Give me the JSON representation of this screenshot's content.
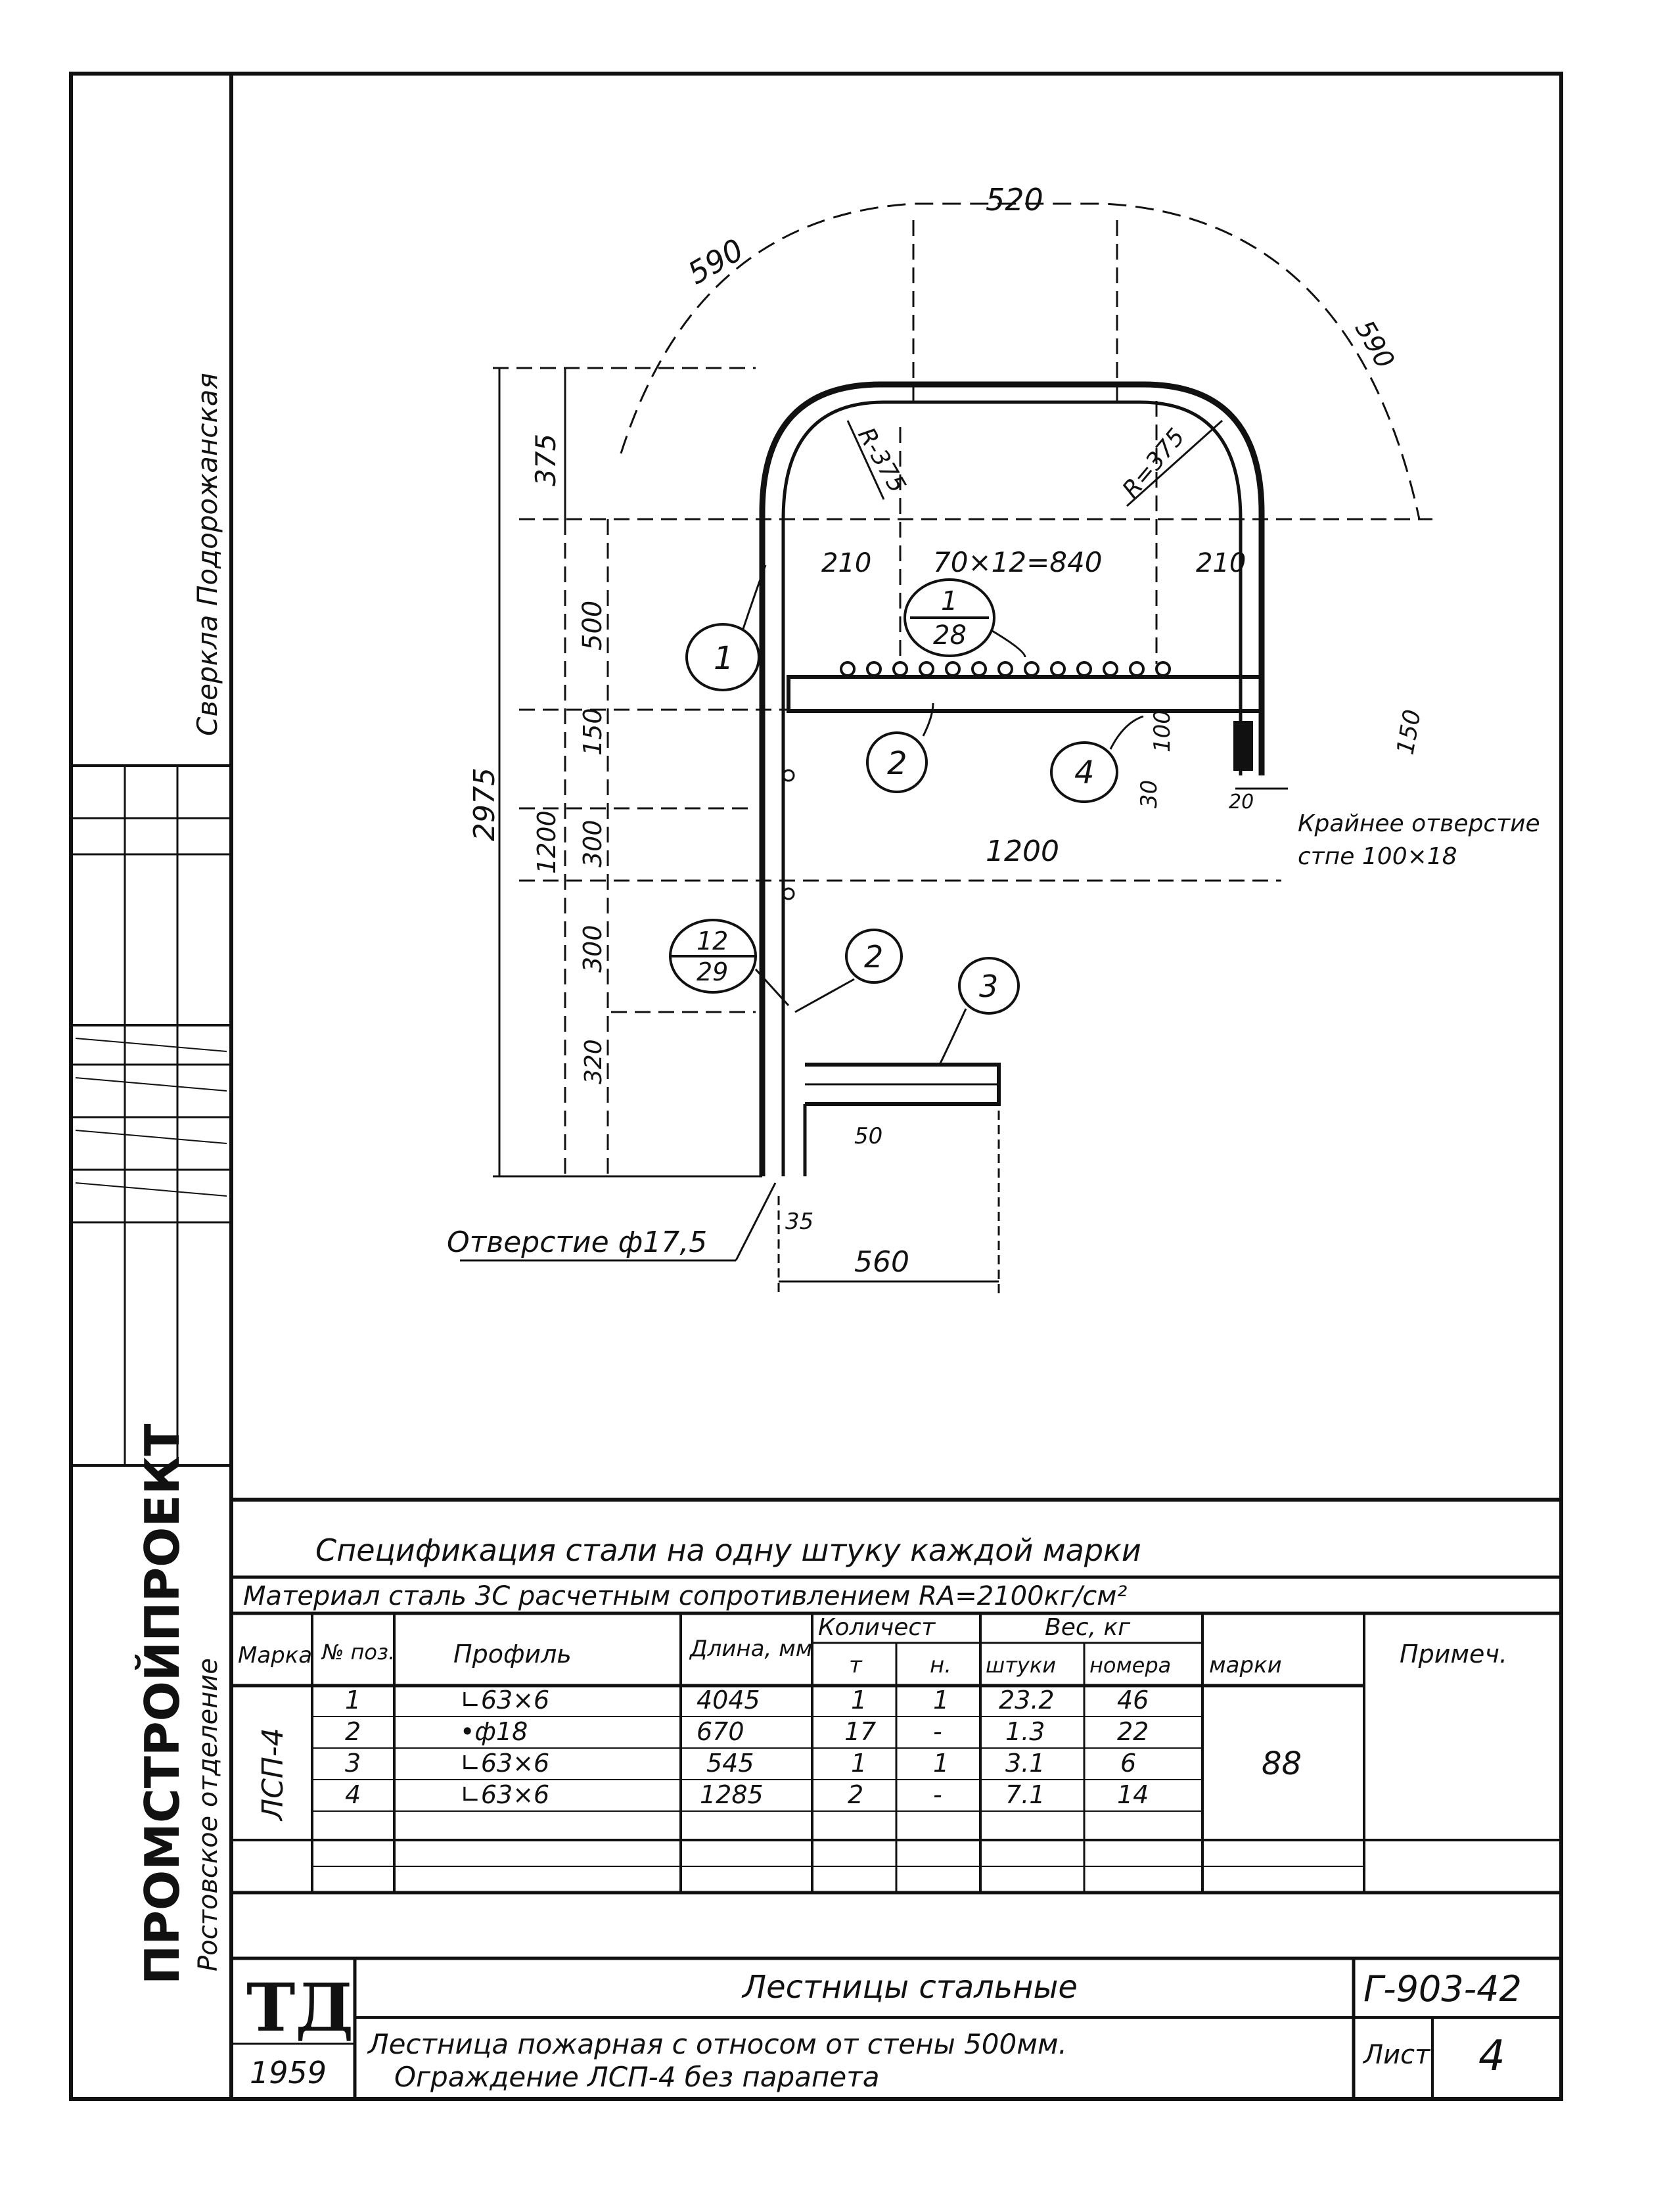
{
  "side_block": {
    "vertical_top": "Сверкла Подорожанская",
    "org_name": "ПРОМСТРОЙПРОЕКТ",
    "org_sub": "Ростовское отделение"
  },
  "drawing": {
    "dims": {
      "arc_left": "590",
      "top_width": "520",
      "arc_right": "590",
      "h375": "375",
      "r_left": "R-375",
      "r_right": "R=375",
      "d210_left": "210",
      "rungs": "70×12=840",
      "d210_right": "210",
      "h500": "500",
      "h150": "150",
      "h300a": "300",
      "h300b": "300",
      "h320": "320",
      "h2975": "2975",
      "h1200_vert": "1200",
      "d1200": "1200",
      "d100": "100",
      "d30": "30",
      "d150_right": "150",
      "d560": "560",
      "d35": "35",
      "d50": "50",
      "d20": "20",
      "hole": "Отверстие ф17,5",
      "right_note_1": "Крайнее отверстие",
      "right_note_2": "стпе 100×18"
    },
    "callouts": {
      "c1": "1",
      "c1_28_top": "1",
      "c1_28_bottom": "28",
      "c2a": "2",
      "c4": "4",
      "c12_29_top": "12",
      "c12_29_bottom": "29",
      "c2b": "2",
      "c3": "3"
    }
  },
  "spec": {
    "title": "Спецификация стали на одну штуку каждой марки",
    "material": "Материал сталь 3С расчетным сопротивлением RA=2100кг/см²",
    "headers": {
      "mark": "Марка",
      "pos": "№ поз.",
      "profile": "Профиль",
      "length": "Длина, мм",
      "qty": "Количест",
      "qty_t": "т",
      "qty_n": "н.",
      "weight": "Вес, кг",
      "w_piece": "штуки",
      "w_pos": "номера",
      "w_mark": "марки",
      "note": "Примеч."
    },
    "mark_value": "ЛСП-4",
    "mark_weight": "88",
    "rows": [
      {
        "pos": "1",
        "profile": "∟63×6",
        "length": "4045",
        "qty_t": "1",
        "qty_n": "1",
        "w_piece": "23.2",
        "w_pos": "46"
      },
      {
        "pos": "2",
        "profile": "•ф18",
        "length": "670",
        "qty_t": "17",
        "qty_n": "-",
        "w_piece": "1.3",
        "w_pos": "22"
      },
      {
        "pos": "3",
        "profile": "∟63×6",
        "length": "545",
        "qty_t": "1",
        "qty_n": "1",
        "w_piece": "3.1",
        "w_pos": "6"
      },
      {
        "pos": "4",
        "profile": "∟63×6",
        "length": "1285",
        "qty_t": "2",
        "qty_n": "-",
        "w_piece": "7.1",
        "w_pos": "14"
      }
    ]
  },
  "title_block": {
    "logo": "ТД",
    "year": "1959",
    "title": "Лестницы стальные",
    "subtitle_1": "Лестница пожарная с относом от стены 500мм.",
    "subtitle_2": "Ограждение ЛСП-4 без парапета",
    "code": "Г-903-42",
    "sheet_label": "Лист",
    "sheet_no": "4"
  }
}
